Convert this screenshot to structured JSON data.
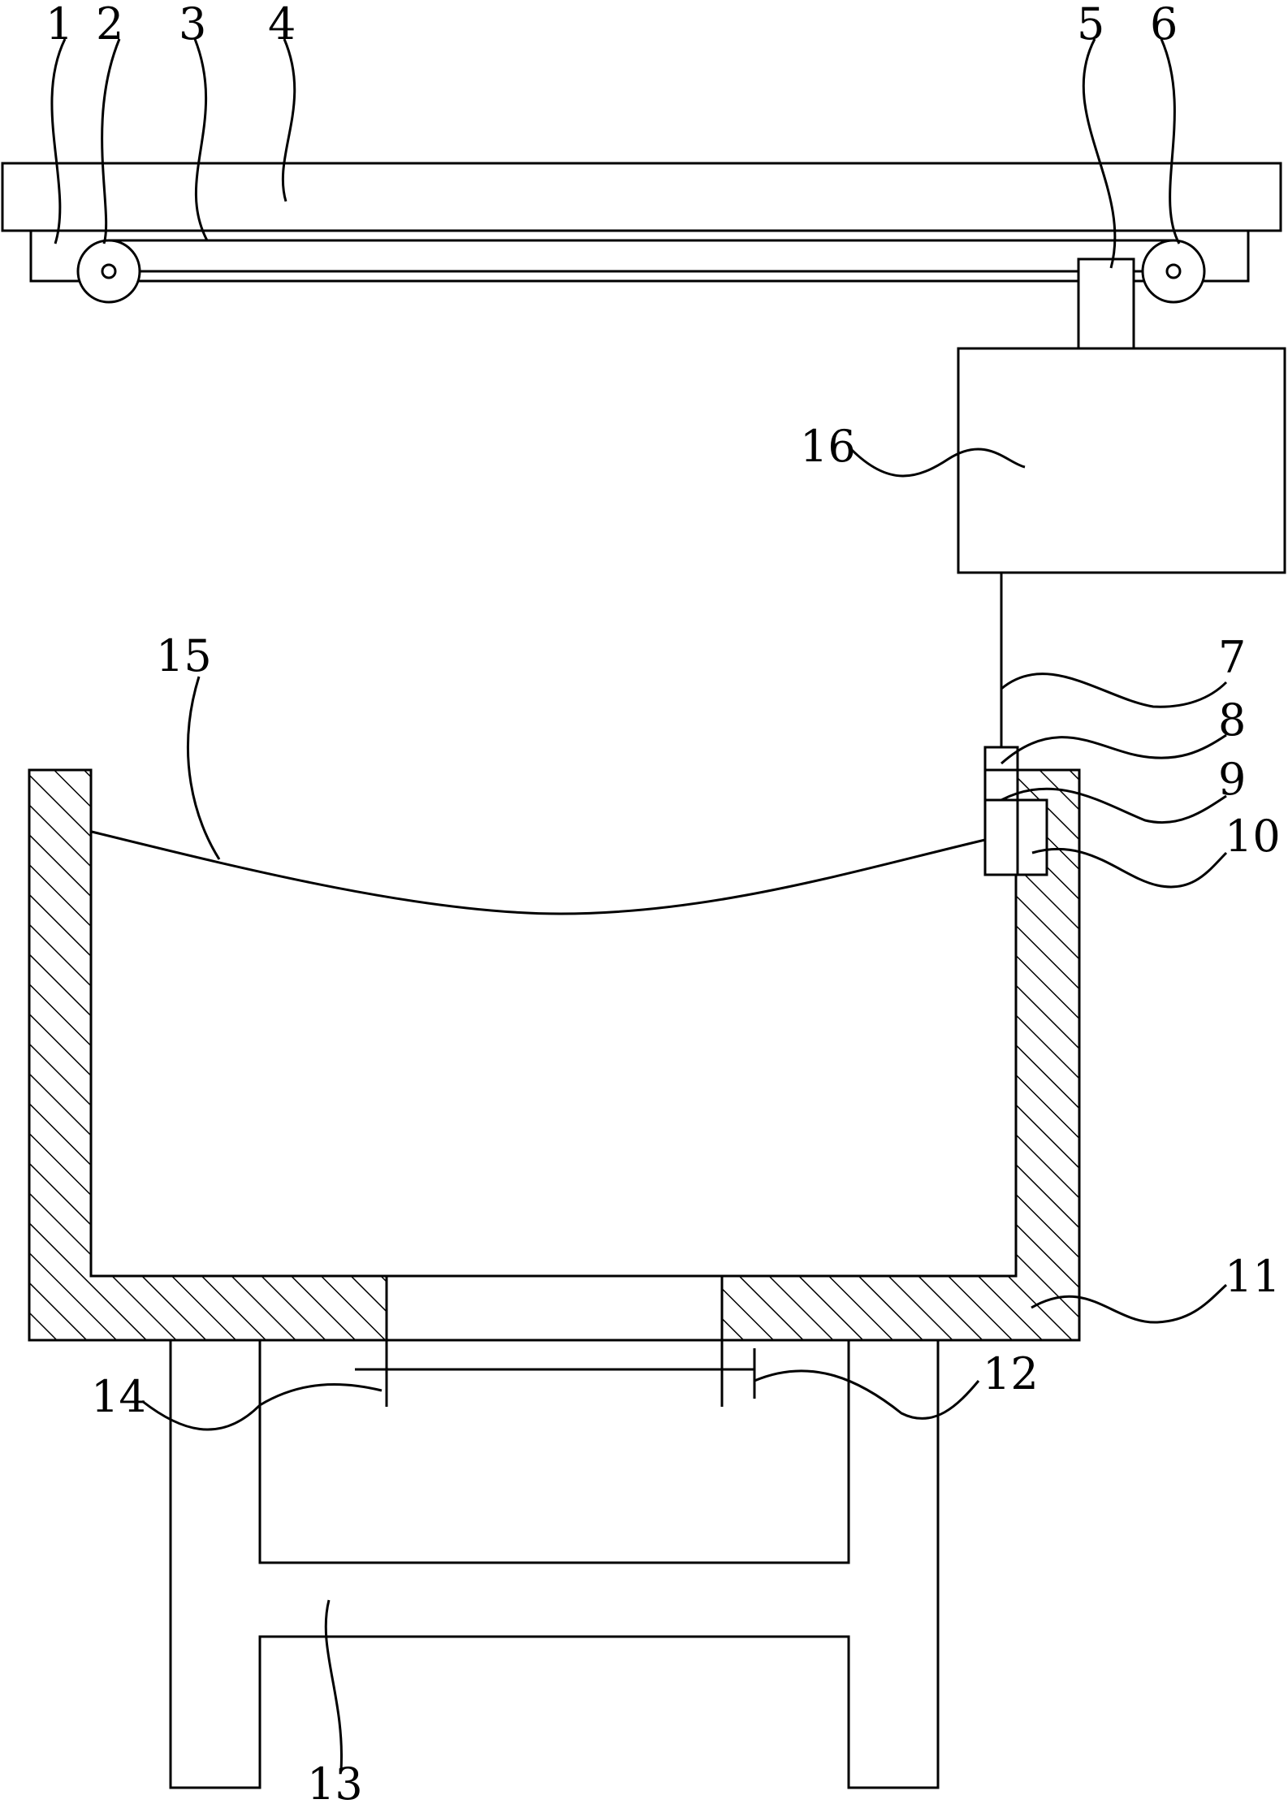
{
  "figure": {
    "stroke_color": "#000000",
    "background": "#ffffff",
    "callouts": {
      "c1": "1",
      "c2": "2",
      "c3": "3",
      "c4": "4",
      "c5": "5",
      "c6": "6",
      "c7": "7",
      "c8": "8",
      "c9": "9",
      "c10": "10",
      "c11": "11",
      "c12": "12",
      "c13": "13",
      "c14": "14",
      "c15": "15",
      "c16": "16"
    }
  }
}
